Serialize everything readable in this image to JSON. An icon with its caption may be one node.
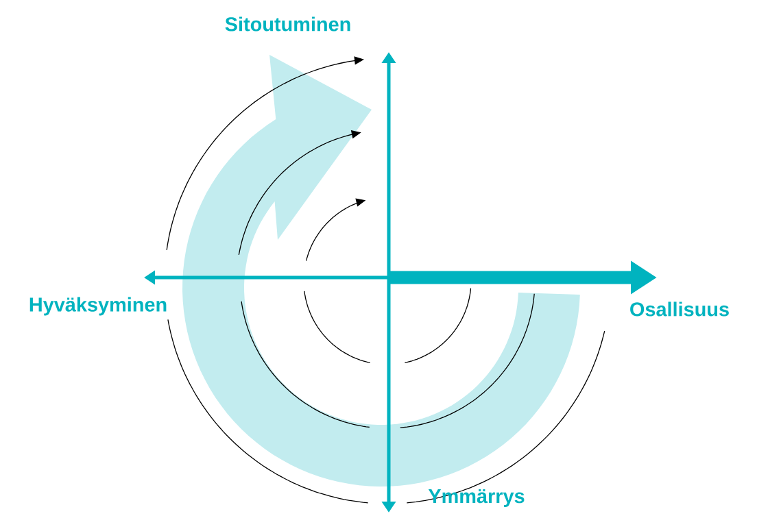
{
  "diagram": {
    "labels": [
      "Sitoutuminen",
      "Hyväksyminen",
      "Osallisuus",
      "Ymmärrys"
    ]
  }
}
